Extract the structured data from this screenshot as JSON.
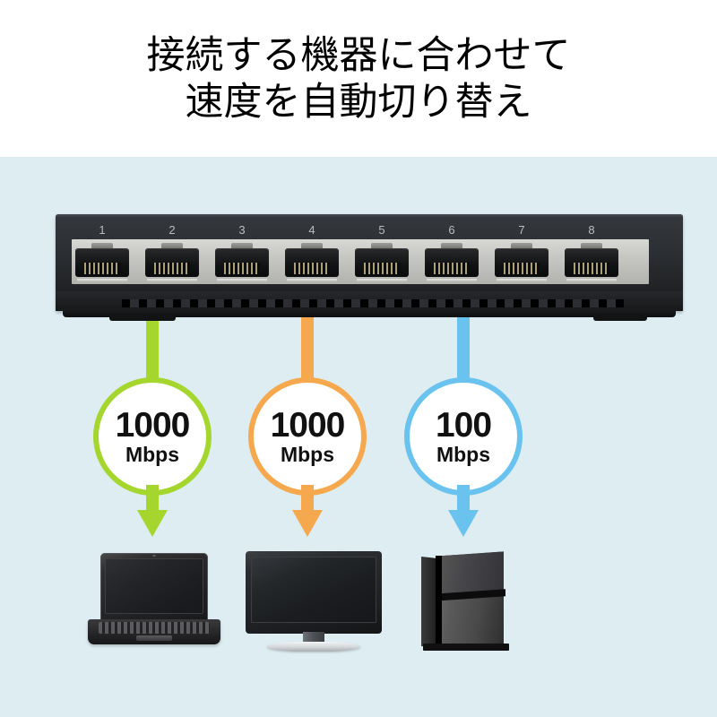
{
  "header": {
    "line1": "接続する機器に合わせて",
    "line2": "速度を自動切り替え"
  },
  "colors": {
    "background": "#ffffff",
    "stage_background": "#ddedf2",
    "green": "#a5d62e",
    "orange": "#f5a84d",
    "blue": "#69c3ee",
    "chassis": "#26282b",
    "port_plate": "#c6c6c2",
    "text": "#000000"
  },
  "device": {
    "name": "8-port gigabit switch",
    "ports": [
      {
        "number": "1",
        "connected": false
      },
      {
        "number": "2",
        "connected": true,
        "color_key": "green"
      },
      {
        "number": "3",
        "connected": false
      },
      {
        "number": "4",
        "connected": false
      },
      {
        "number": "5",
        "connected": true,
        "color_key": "orange"
      },
      {
        "number": "6",
        "connected": false
      },
      {
        "number": "7",
        "connected": false
      },
      {
        "number": "8",
        "connected": true,
        "color_key": "blue"
      }
    ],
    "power_cable": "power-cable"
  },
  "links": [
    {
      "id": "link-green",
      "port": "2",
      "color": "#a5d62e",
      "speed_value": "1000",
      "speed_unit": "Mbps",
      "device_label": "laptop"
    },
    {
      "id": "link-orange",
      "port": "5",
      "color": "#f5a84d",
      "speed_value": "1000",
      "speed_unit": "Mbps",
      "device_label": "monitor"
    },
    {
      "id": "link-blue",
      "port": "8",
      "color": "#69c3ee",
      "speed_value": "100",
      "speed_unit": "Mbps",
      "device_label": "game-console"
    }
  ]
}
